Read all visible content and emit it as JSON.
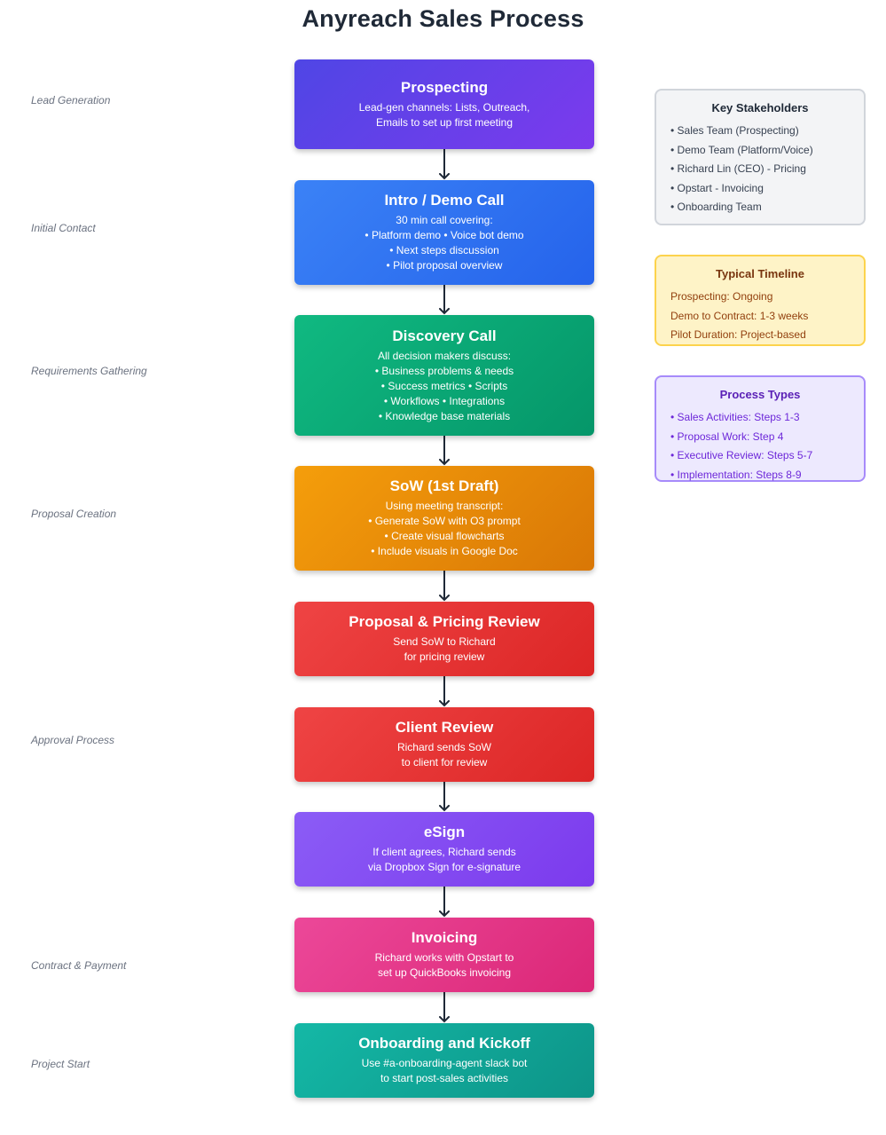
{
  "title": "Anyreach Sales Process",
  "phases": [
    "Lead Generation",
    "Initial Contact",
    "Requirements Gathering",
    "Proposal Creation",
    "Approval Process",
    "Contract & Payment",
    "Project Start"
  ],
  "steps": [
    {
      "title": "Prospecting",
      "lines": [
        "Lead-gen channels: Lists, Outreach,",
        "Emails to set up first meeting"
      ],
      "color_start": "#4f46e5",
      "color_end": "#7c3aed"
    },
    {
      "title": "Intro / Demo Call",
      "lines": [
        "30 min call covering:",
        "• Platform demo • Voice bot demo",
        "• Next steps discussion",
        "• Pilot proposal overview"
      ],
      "color_start": "#3b82f6",
      "color_end": "#2563eb"
    },
    {
      "title": "Discovery Call",
      "lines": [
        "All decision makers discuss:",
        "• Business problems & needs",
        "• Success metrics • Scripts",
        "• Workflows • Integrations",
        "• Knowledge base materials"
      ],
      "color_start": "#10b981",
      "color_end": "#059669"
    },
    {
      "title": "SoW (1st Draft)",
      "lines": [
        "Using meeting transcript:",
        "• Generate SoW with O3 prompt",
        "• Create visual flowcharts",
        "• Include visuals in Google Doc"
      ],
      "color_start": "#f59e0b",
      "color_end": "#d97706"
    },
    {
      "title": "Proposal & Pricing Review",
      "lines": [
        "Send SoW to Richard",
        "for pricing review"
      ],
      "color_start": "#ef4444",
      "color_end": "#dc2626"
    },
    {
      "title": "Client Review",
      "lines": [
        "Richard sends SoW",
        "to client for review"
      ],
      "color_start": "#ef4444",
      "color_end": "#dc2626"
    },
    {
      "title": "eSign",
      "lines": [
        "If client agrees, Richard sends",
        "via Dropbox Sign for e-signature"
      ],
      "color_start": "#8b5cf6",
      "color_end": "#7c3aed"
    },
    {
      "title": "Invoicing",
      "lines": [
        "Richard works with Opstart to",
        "set up QuickBooks invoicing"
      ],
      "color_start": "#ec4899",
      "color_end": "#db2777"
    },
    {
      "title": "Onboarding and Kickoff",
      "lines": [
        "Use #a-onboarding-agent slack bot",
        "to start post-sales activities"
      ],
      "color_start": "#14b8a6",
      "color_end": "#0d9488"
    }
  ],
  "stakeholders": {
    "title": "Key Stakeholders",
    "items": [
      "• Sales Team (Prospecting)",
      "• Demo Team (Platform/Voice)",
      "• Richard Lin (CEO) - Pricing",
      "• Opstart - Invoicing",
      "• Onboarding Team"
    ]
  },
  "timeline": {
    "title": "Typical Timeline",
    "items": [
      "Prospecting: Ongoing",
      "Demo to Contract: 1-3 weeks",
      "Pilot Duration: Project-based"
    ]
  },
  "process_types": {
    "title": "Process Types",
    "items": [
      "• Sales Activities: Steps 1-3",
      "• Proposal Work: Step 4",
      "• Executive Review: Steps 5-7",
      "• Implementation: Steps 8-9"
    ]
  }
}
